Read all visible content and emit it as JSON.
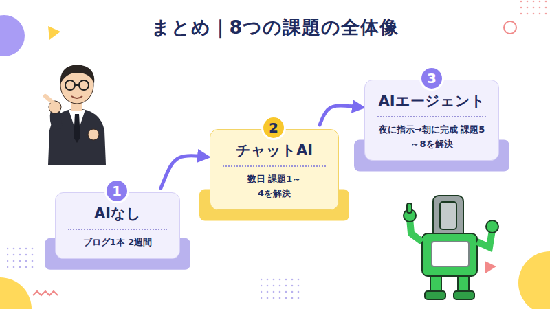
{
  "diagram": {
    "title": "まとめ｜8つの課題の全体像",
    "nodes": [
      {
        "text": [
          "1"
        ]
      },
      {
        "text": [
          "AIなし",
          "ブログ1本 2週間"
        ]
      },
      {
        "text": [
          "2"
        ]
      },
      {
        "text": [
          "チャットAI",
          "数日 課題1～4を解決"
        ]
      },
      {
        "text": [
          "3"
        ]
      },
      {
        "text": [
          "AIエージェント",
          "夜に指示→朝に完成 課題5～8を解決"
        ]
      }
    ],
    "edges": [
      {
        "from": 1,
        "to": 3,
        "arrow": "to"
      },
      {
        "from": 3,
        "to": 5,
        "arrow": "to"
      }
    ]
  }
}
